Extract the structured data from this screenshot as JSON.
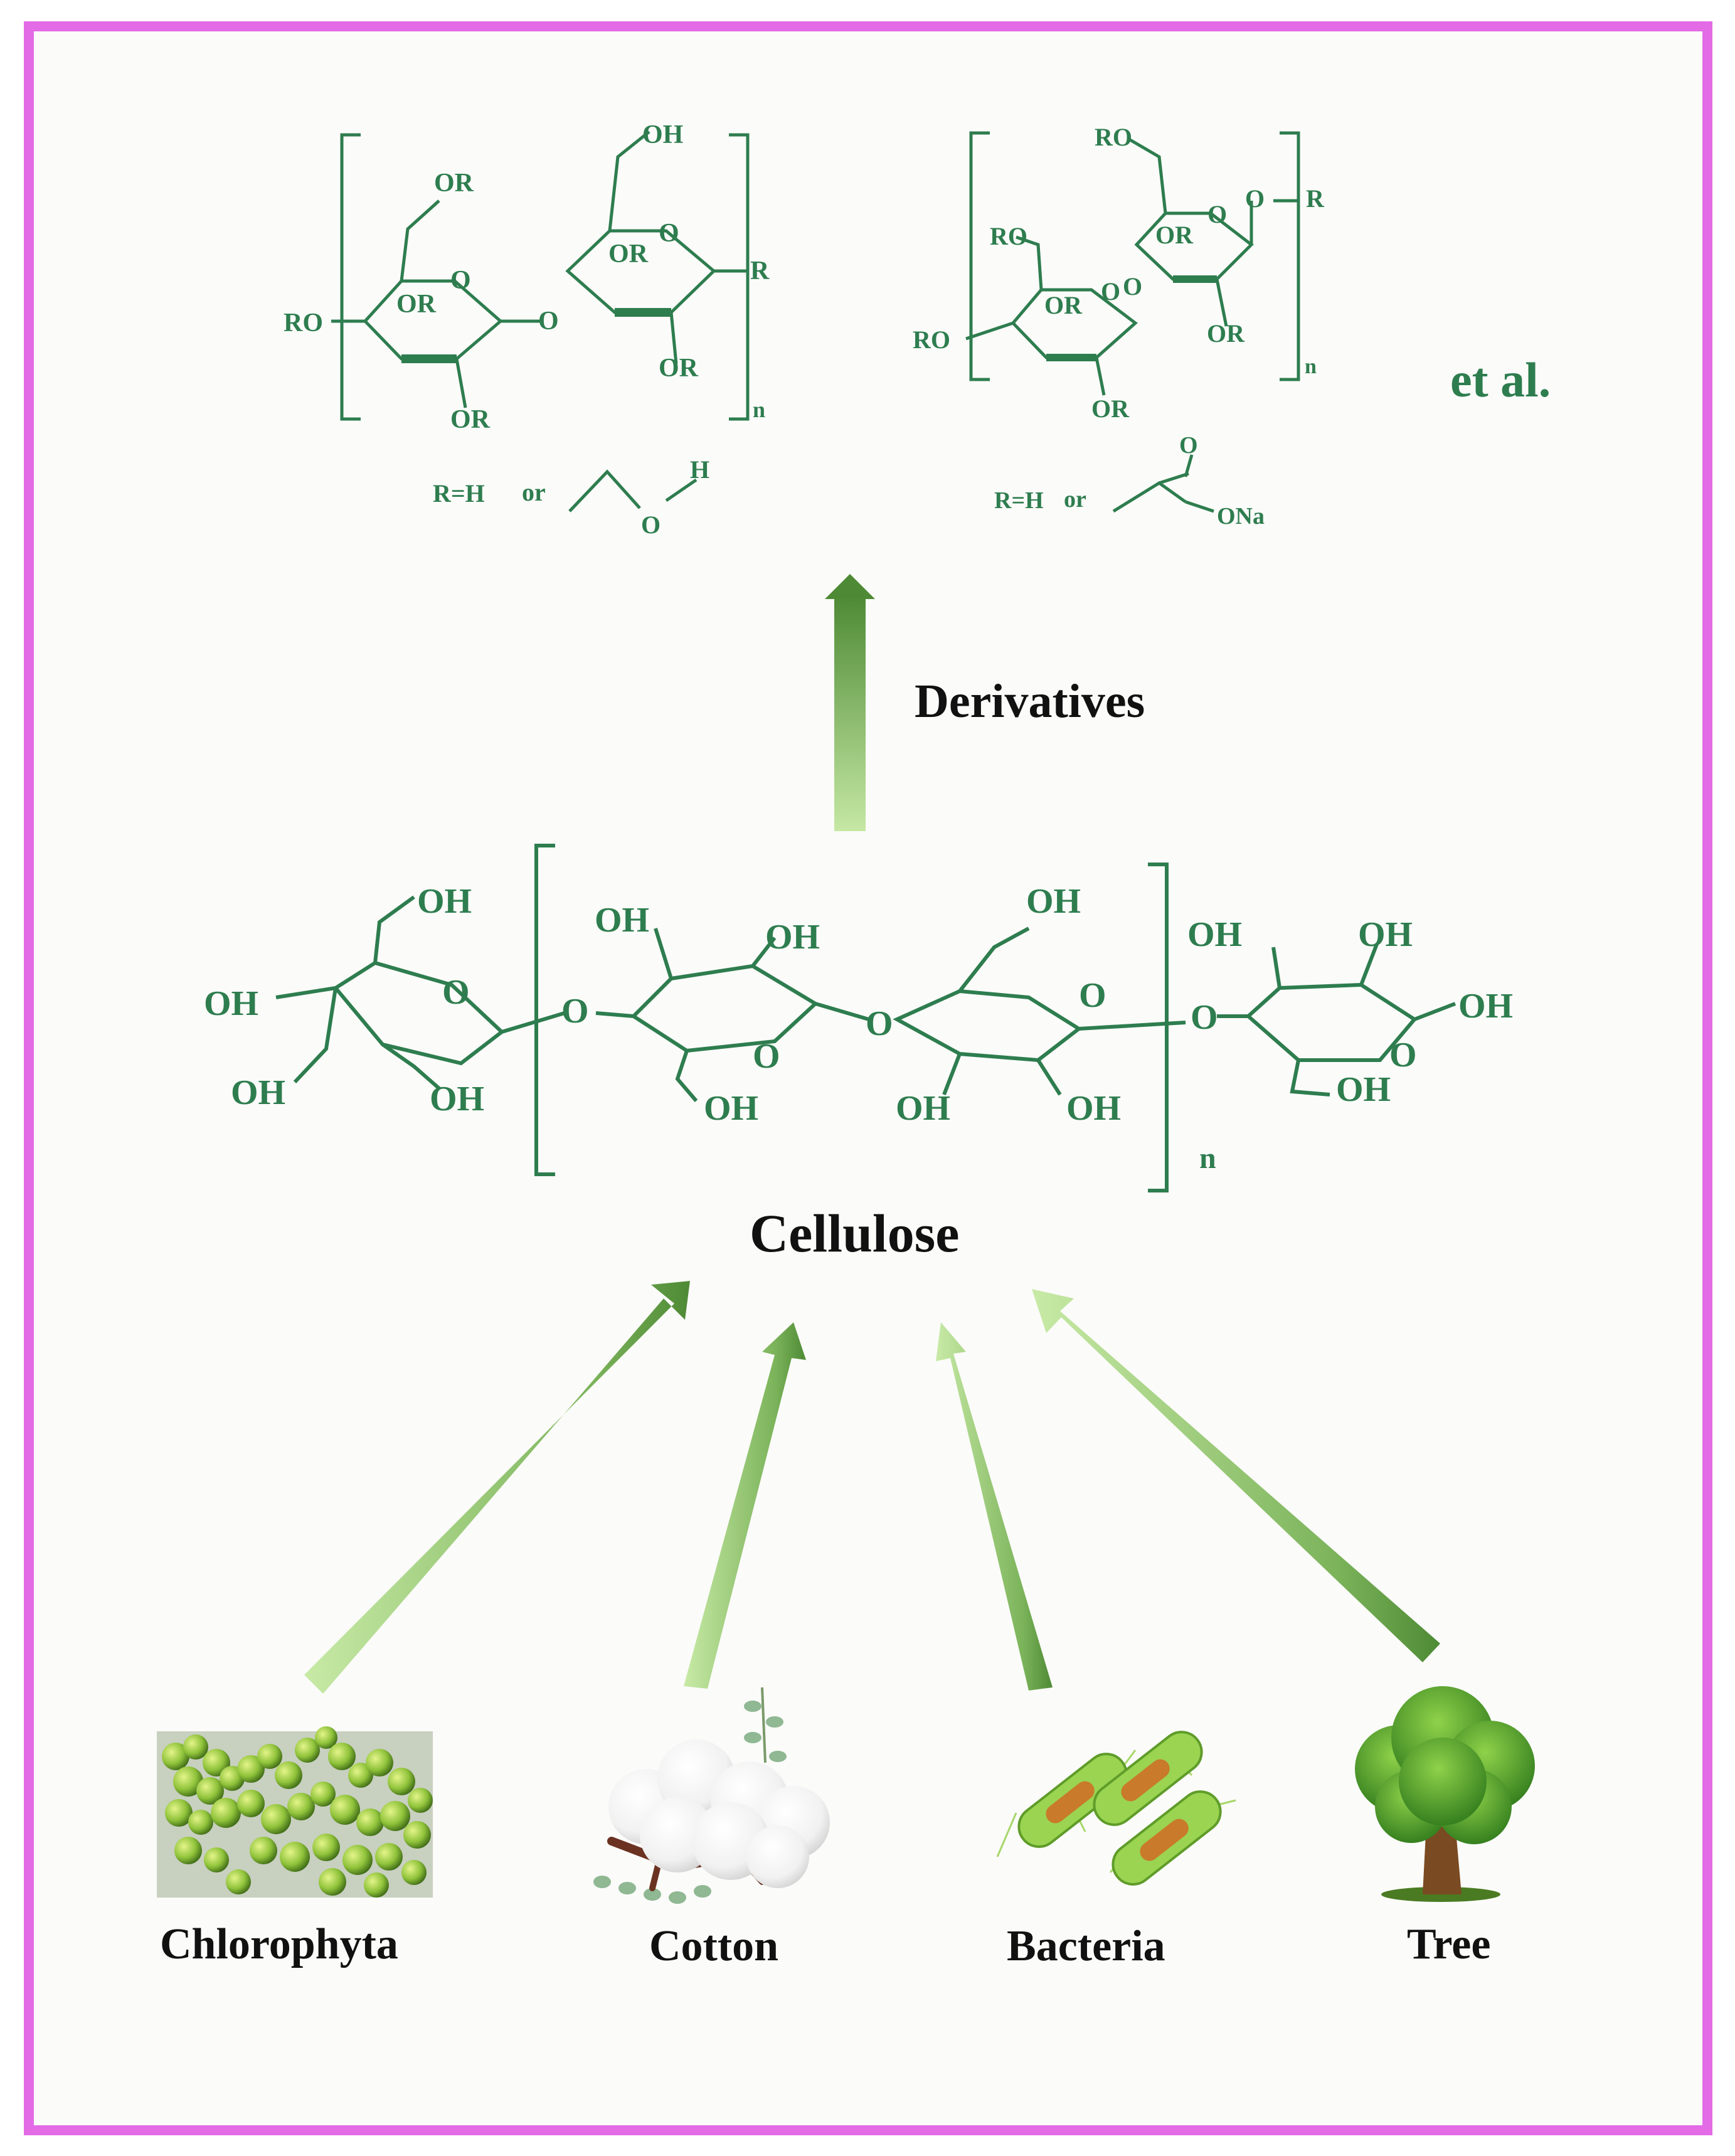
{
  "colors": {
    "frame": "#e36be6",
    "background": "#fbfbf9",
    "chemistry": "#2e7d4f",
    "arrow_dark": "#4e8a35",
    "arrow_light": "#c5e8a4",
    "text": "#111111"
  },
  "labels": {
    "derivatives": "Derivatives",
    "cellulose": "Cellulose",
    "et_al": "et al.",
    "n": "n"
  },
  "derivative_left": {
    "groups": [
      "OH",
      "OR",
      "OR",
      "O",
      "OR",
      "O",
      "R",
      "RO",
      "OR",
      "OR",
      "O"
    ],
    "r_def": "R=H",
    "or": "or",
    "sub_o": "O",
    "sub_h": "H"
  },
  "derivative_right": {
    "groups": [
      "RO",
      "O",
      "O",
      "R",
      "RO",
      "OR",
      "O",
      "O",
      "OR",
      "OR",
      "RO",
      "OR"
    ],
    "r_def": "R=H",
    "or": "or",
    "sub_o": "O",
    "sub_ona": "ONa"
  },
  "cellulose_groups": {
    "ring1": [
      "OH",
      "O",
      "OH",
      "OH",
      "OH"
    ],
    "bridge1": "O",
    "ring2": [
      "OH",
      "OH",
      "O",
      "OH"
    ],
    "bridge2": "O",
    "ring3": [
      "OH",
      "O",
      "OH",
      "OH"
    ],
    "bridge3": "O",
    "ring4": [
      "OH",
      "OH",
      "OH",
      "O",
      "OH"
    ]
  },
  "sources": [
    {
      "name": "Chlorophyta",
      "icon": "green-algae-icon"
    },
    {
      "name": "Cotton",
      "icon": "cotton-boll-icon"
    },
    {
      "name": "Bacteria",
      "icon": "bacteria-icon"
    },
    {
      "name": "Tree",
      "icon": "tree-icon"
    }
  ]
}
